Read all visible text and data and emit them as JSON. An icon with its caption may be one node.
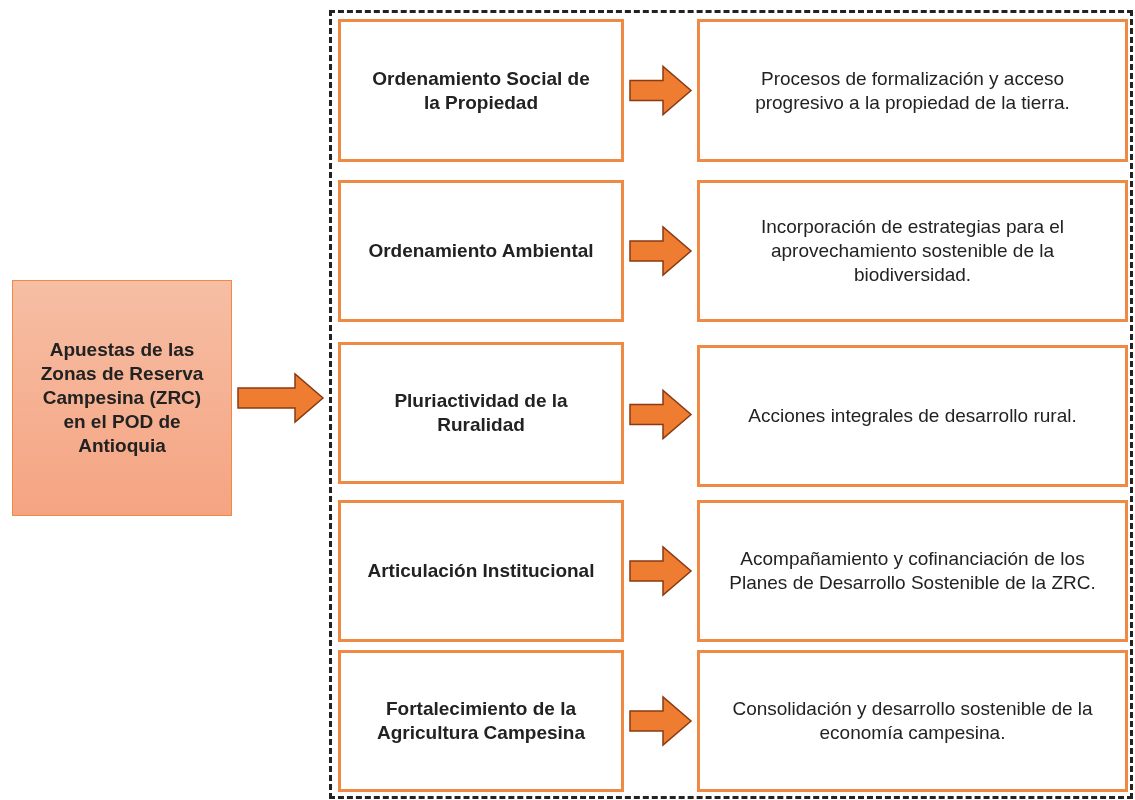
{
  "diagram": {
    "nodes": [
      {
        "text": [
          "Apuestas de las Zonas de Reserva Campesina (ZRC) en el POD de Antioquia"
        ]
      },
      {
        "text": [],
        "shape": "box"
      },
      {
        "text": [
          "Ordenamiento Social de la Propiedad"
        ],
        "in": 1
      },
      {
        "text": [
          "Procesos de formalización y acceso progresivo a la propiedad de la tierra."
        ],
        "in": 1
      },
      {
        "text": [
          "Ordenamiento Ambiental"
        ],
        "in": 1
      },
      {
        "text": [
          "Incorporación de estrategias para el aprovechamiento sostenible de la biodiversidad."
        ],
        "in": 1
      },
      {
        "text": [
          "Pluriactividad de la Ruralidad"
        ],
        "in": 1
      },
      {
        "text": [
          "Acciones integrales de desarrollo rural."
        ],
        "in": 1
      },
      {
        "text": [
          "Articulación Institucional"
        ],
        "in": 1
      },
      {
        "text": [
          "Acompañamiento y cofinanciación de los Planes de Desarrollo Sostenible de la ZRC."
        ],
        "in": 1
      },
      {
        "text": [
          "Fortalecimiento de la Agricultura Campesina"
        ],
        "in": 1
      },
      {
        "text": [
          "Consolidación y desarrollo sostenible de la economía campesina."
        ],
        "in": 1
      }
    ],
    "edges": [
      {
        "from": 0,
        "to": 1,
        "arrow": "to"
      },
      {
        "from": 2,
        "to": 3,
        "arrow": "to"
      },
      {
        "from": 4,
        "to": 5,
        "arrow": "to"
      },
      {
        "from": 6,
        "to": 7,
        "arrow": "to"
      },
      {
        "from": 8,
        "to": 9,
        "arrow": "to"
      },
      {
        "from": 10,
        "to": 11,
        "arrow": "to"
      }
    ]
  }
}
